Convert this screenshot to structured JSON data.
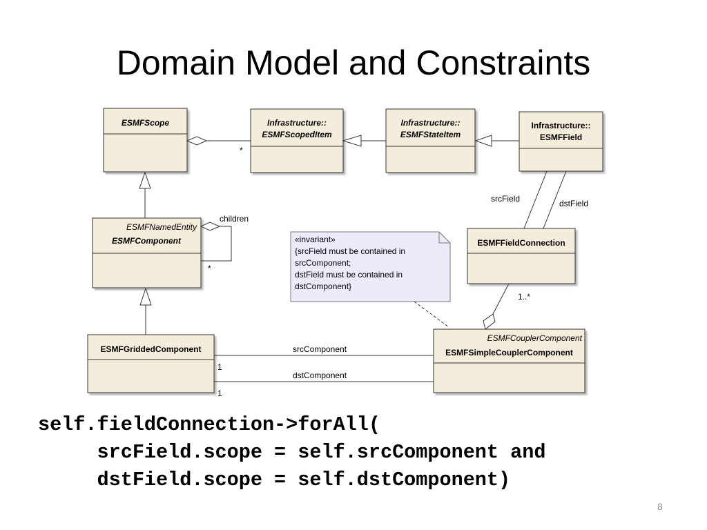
{
  "slide": {
    "title": "Domain Model and Constraints",
    "page_number": "8"
  },
  "classes": {
    "esmf_scope": {
      "name": "ESMFScope"
    },
    "scoped_item": {
      "line1": "Infrastructure::",
      "line2": "ESMFScopedItem"
    },
    "state_item": {
      "line1": "Infrastructure::",
      "line2": "ESMFStateItem"
    },
    "field": {
      "line1": "Infrastructure::",
      "line2": "ESMFField"
    },
    "component": {
      "stereotype": "ESMFNamedEntity",
      "name": "ESMFComponent"
    },
    "field_connection": {
      "name": "ESMFFieldConnection"
    },
    "gridded_component": {
      "name": "ESMFGriddedComponent"
    },
    "coupler_component": {
      "stereotype": "ESMFCouplerComponent",
      "name": "ESMFSimpleCouplerComponent"
    }
  },
  "associations": {
    "scoped_multiplicity": "*",
    "children_label": "children",
    "children_multiplicity": "*",
    "src_field": "srcField",
    "dst_field": "dstField",
    "connection_multiplicity": "1..*",
    "src_component": "srcComponent",
    "dst_component": "dstComponent",
    "src_component_mult": "1",
    "dst_component_mult": "1"
  },
  "note": {
    "lines": [
      "«invariant»",
      "{srcField must be contained in",
      "srcComponent;",
      "dstField must be contained in",
      "dstComponent}"
    ]
  },
  "ocl": {
    "line1": "self.fieldConnection->forAll(",
    "line2": "     srcField.scope = self.srcComponent and",
    "line3": "     dstField.scope = self.dstComponent)"
  }
}
